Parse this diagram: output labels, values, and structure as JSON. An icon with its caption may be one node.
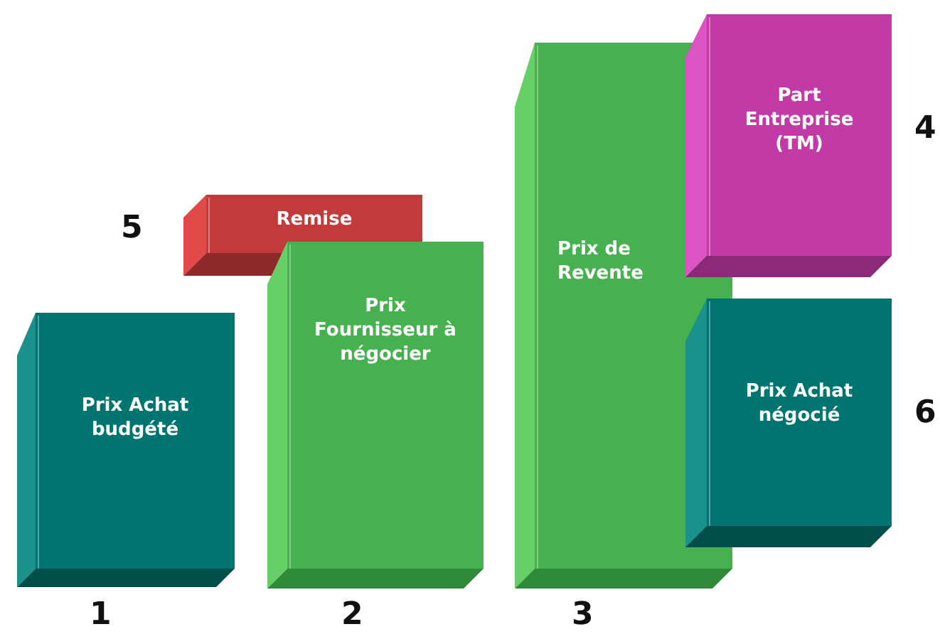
{
  "diagram": {
    "nodes": [
      {
        "text": [
          "Prix Achat budgété"
        ]
      },
      {
        "text": [
          "Remise"
        ]
      },
      {
        "text": [
          "Prix Fournisseur à négocier"
        ]
      },
      {
        "text": [
          "Prix de Revente"
        ]
      },
      {
        "text": [
          "Part Entreprise (TM)"
        ]
      },
      {
        "text": [
          "Prix Achat négocié"
        ]
      }
    ],
    "labels": [
      "4",
      "5",
      "6",
      "1",
      "2",
      "3"
    ]
  }
}
